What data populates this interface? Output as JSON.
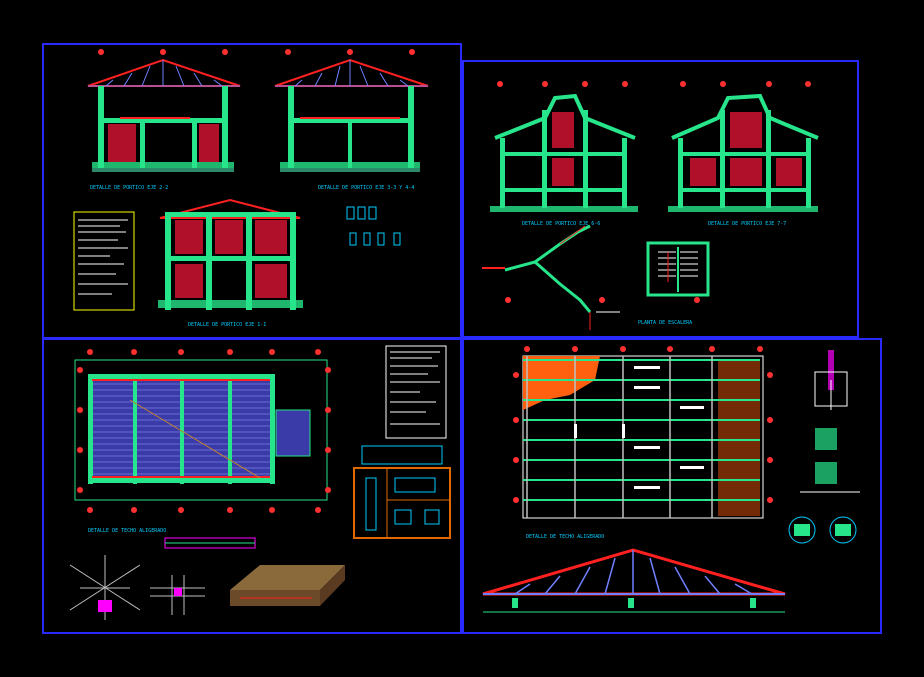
{
  "colors": {
    "background": "#000000",
    "sheet_border": "#2020ff",
    "frame_green": "#27e58a",
    "roof_red": "#ff2020",
    "infill_crimson": "#b0102a",
    "truss_blue": "#7080ff",
    "caption_cyan": "#00ccff",
    "grid_marker_red": "#ff3030",
    "deck_blue": "#3a3aa8",
    "orange_hatch": "#ff6010",
    "legend_orange": "#e06a00",
    "magenta": "#ff00ff",
    "yellow": "#ffff00"
  },
  "sheets": [
    {
      "id": "sheet-1",
      "captions": [
        "DETALLE DE PORTICO EJE 2-2",
        "DETALLE DE PORTICO EJE 3-3 Y 4-4",
        "DETALLE DE PORTICO EJE 1-1"
      ]
    },
    {
      "id": "sheet-2",
      "captions": [
        "DETALLE DE PORTICO EJE 6-6",
        "DETALLE DE PORTICO EJE 7-7",
        "PLANTA DE ESCALERA"
      ]
    },
    {
      "id": "sheet-3",
      "captions": [
        "DETALLE DE TECHO ALIGERADO"
      ]
    },
    {
      "id": "sheet-4",
      "captions": [
        "DETALLE DE TECHO ALIGERADO"
      ]
    }
  ]
}
